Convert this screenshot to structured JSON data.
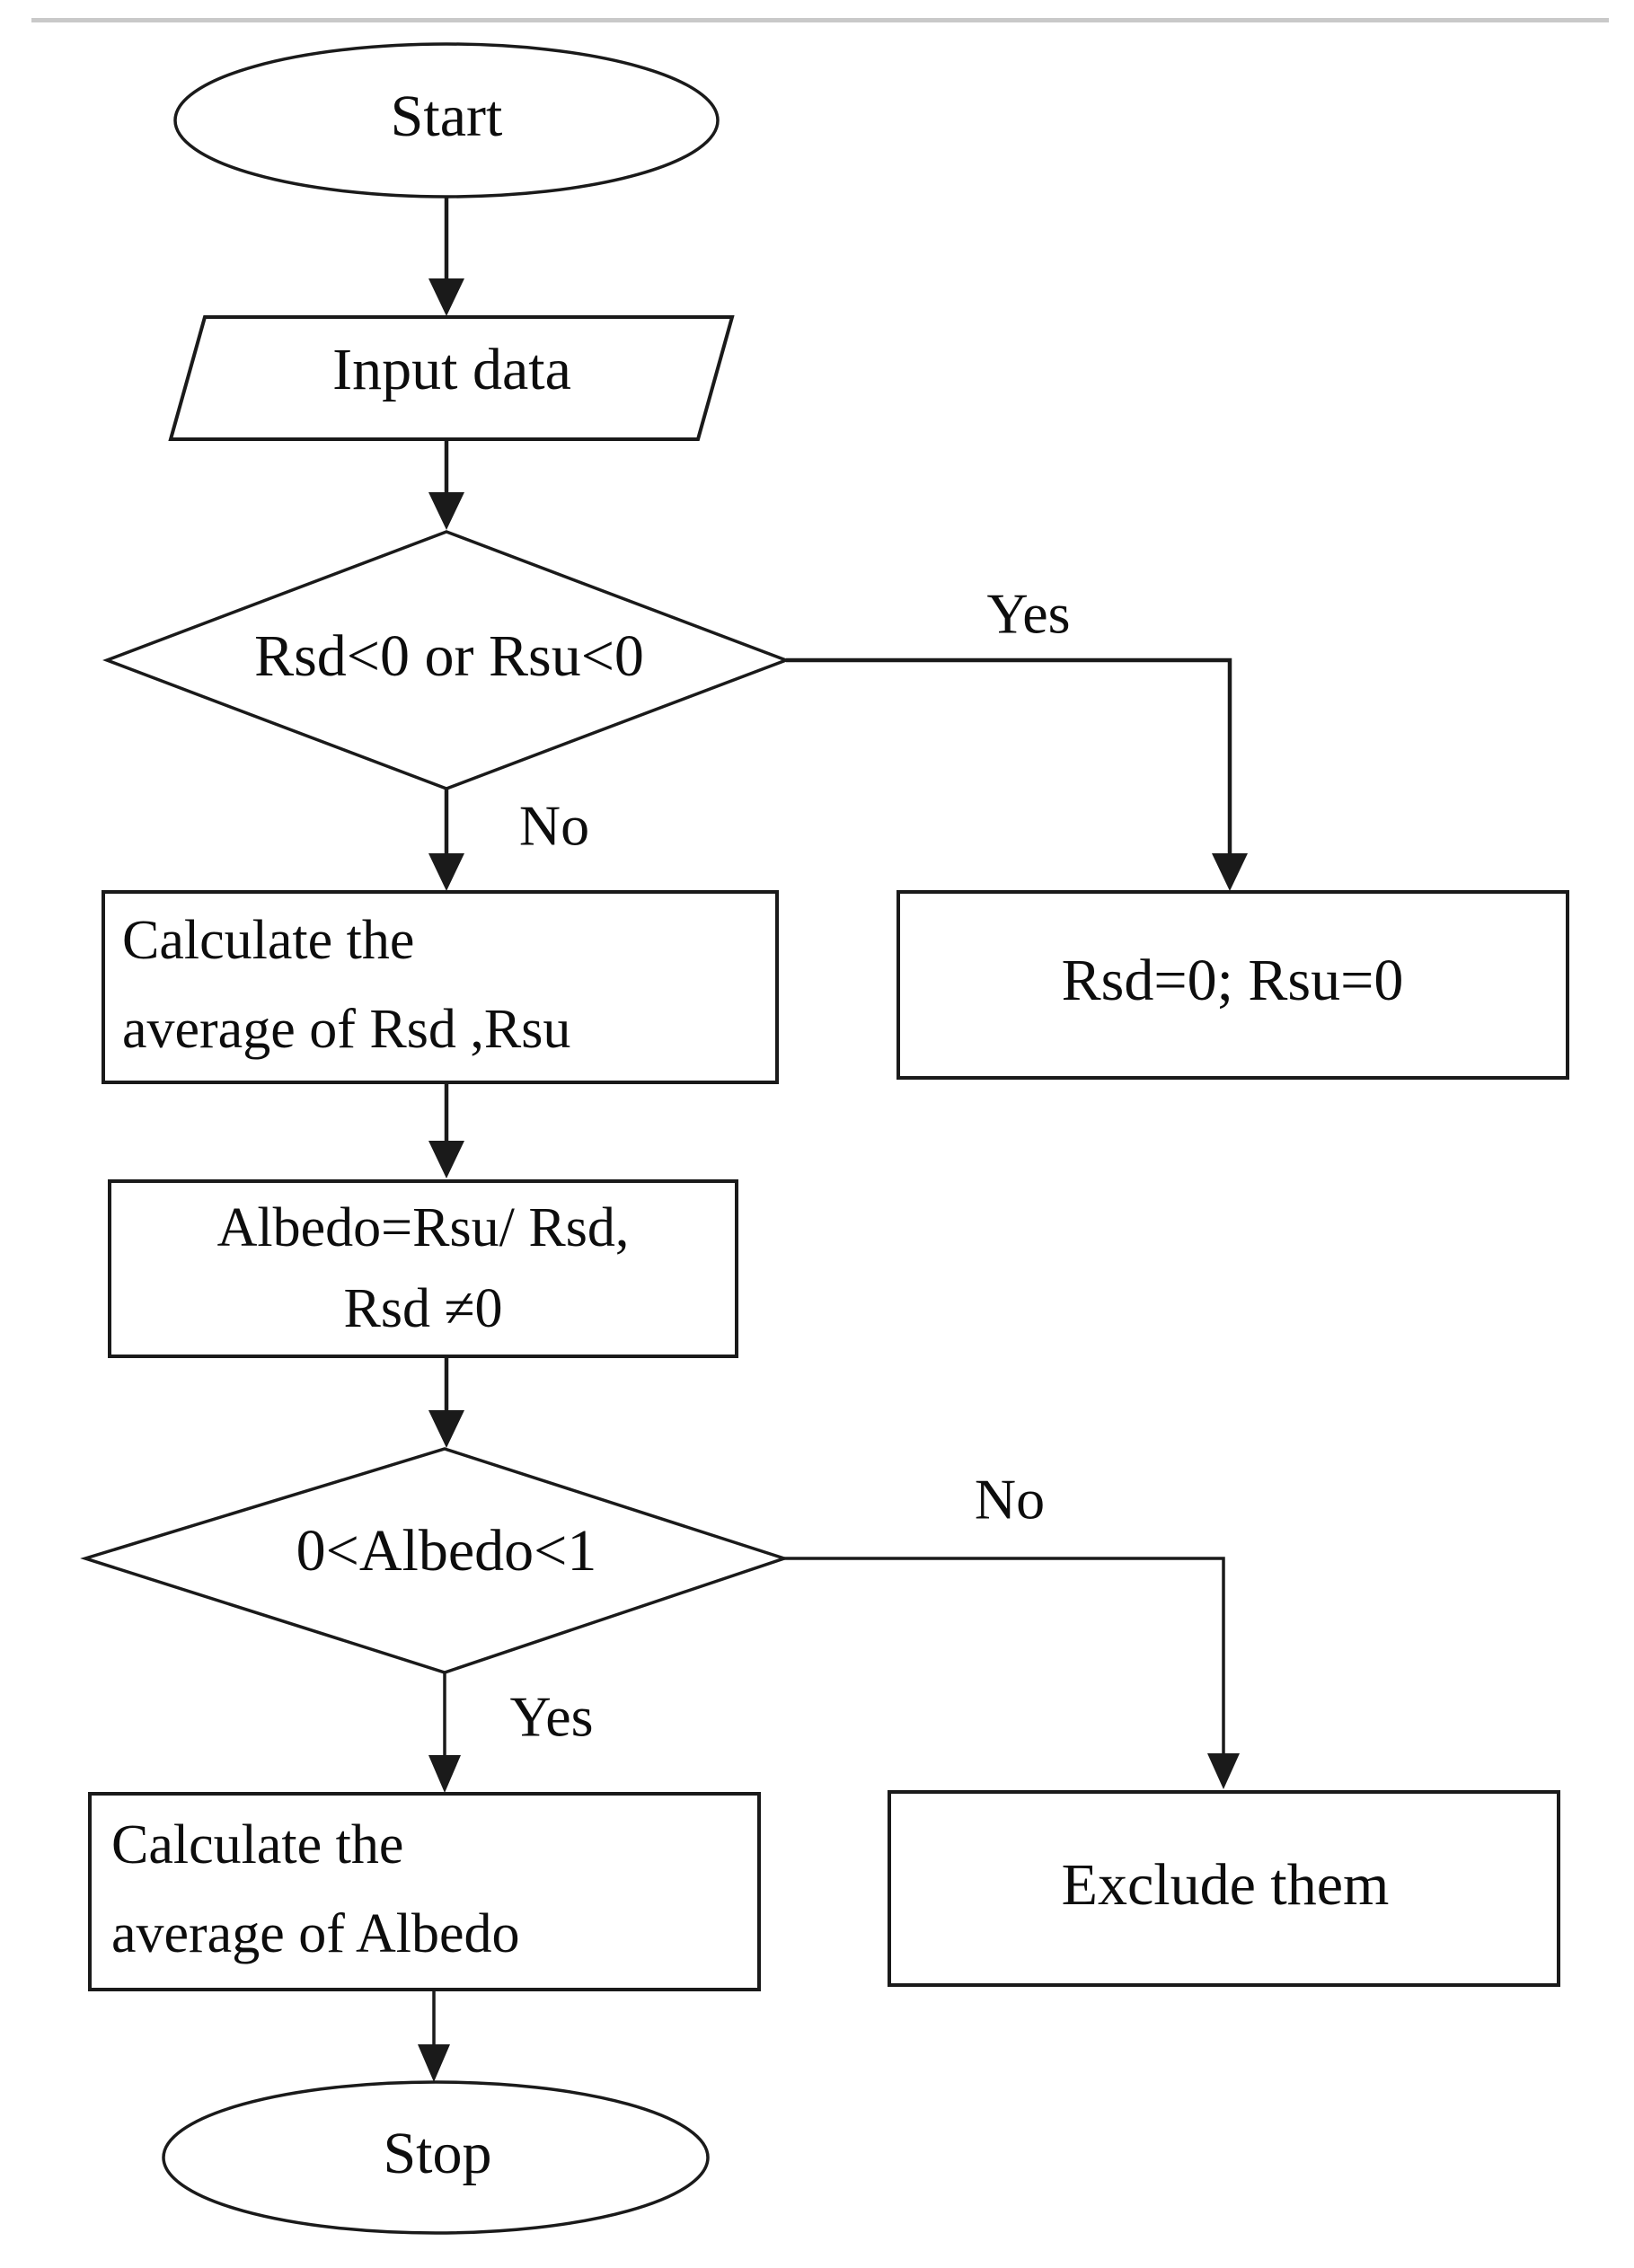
{
  "figure": {
    "type": "flowchart",
    "orientation": "top-to-bottom",
    "top_rule_color": "#c9c9c9",
    "line_color": "#1a1a1a",
    "background_color": "#ffffff"
  },
  "nodes": {
    "start": {
      "id": "start",
      "shape": "ellipse",
      "label": "Start"
    },
    "input": {
      "id": "input",
      "shape": "parallelogram",
      "label": "Input data"
    },
    "decision1": {
      "id": "decision1",
      "shape": "diamond",
      "label": "Rsd<0 or Rsu<0"
    },
    "reset": {
      "id": "reset",
      "shape": "rectangle",
      "label": "Rsd=0; Rsu=0"
    },
    "avg_rsd_rsu": {
      "id": "avg_rsd_rsu",
      "shape": "rectangle",
      "line1": "Calculate the",
      "line2": "average of Rsd ,Rsu"
    },
    "albedo_calc": {
      "id": "albedo_calc",
      "shape": "rectangle",
      "line1": "Albedo=Rsu/ Rsd,",
      "line2": "Rsd ≠0"
    },
    "decision2": {
      "id": "decision2",
      "shape": "diamond",
      "label": "0<Albedo<1"
    },
    "exclude": {
      "id": "exclude",
      "shape": "rectangle",
      "label": "Exclude them"
    },
    "avg_albedo": {
      "id": "avg_albedo",
      "shape": "rectangle",
      "line1": "Calculate the",
      "line2": "average of Albedo"
    },
    "stop": {
      "id": "stop",
      "shape": "ellipse",
      "label": "Stop"
    }
  },
  "edges": [
    {
      "id": "e1",
      "from": "start",
      "to": "input",
      "label": ""
    },
    {
      "id": "e2",
      "from": "input",
      "to": "decision1",
      "label": ""
    },
    {
      "id": "e3",
      "from": "decision1",
      "to": "reset",
      "label": "Yes"
    },
    {
      "id": "e4",
      "from": "decision1",
      "to": "avg_rsd_rsu",
      "label": "No"
    },
    {
      "id": "e5",
      "from": "avg_rsd_rsu",
      "to": "albedo_calc",
      "label": ""
    },
    {
      "id": "e6",
      "from": "albedo_calc",
      "to": "decision2",
      "label": ""
    },
    {
      "id": "e7",
      "from": "decision2",
      "to": "exclude",
      "label": "No"
    },
    {
      "id": "e8",
      "from": "decision2",
      "to": "avg_albedo",
      "label": "Yes"
    },
    {
      "id": "e9",
      "from": "avg_albedo",
      "to": "stop",
      "label": ""
    }
  ],
  "edge_labels": {
    "yes_top": "Yes",
    "no_top": "No",
    "no_bottom": "No",
    "yes_bottom": "Yes"
  }
}
